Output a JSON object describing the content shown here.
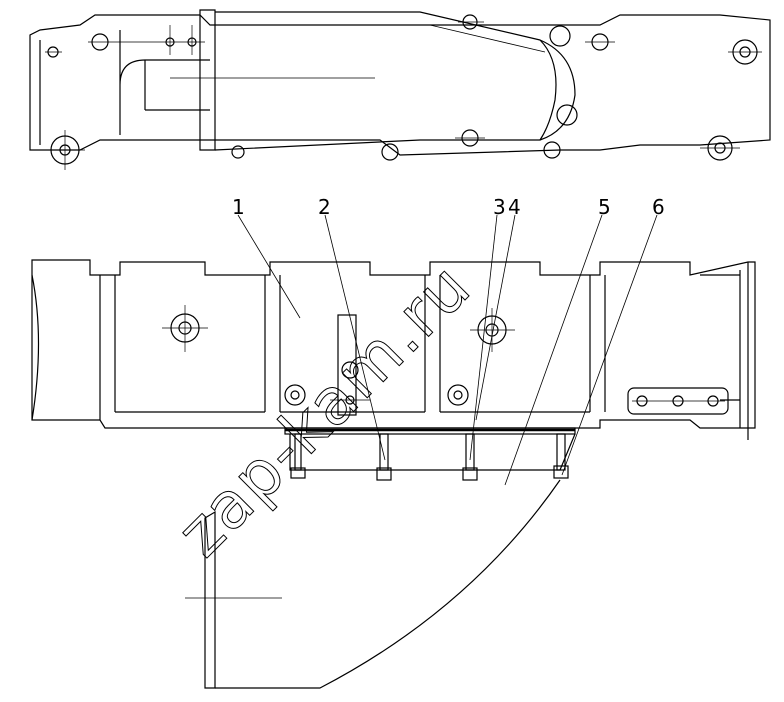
{
  "callouts": [
    {
      "id": "1",
      "label": "1"
    },
    {
      "id": "2",
      "label": "2"
    },
    {
      "id": "3",
      "label": "3"
    },
    {
      "id": "4",
      "label": "4"
    },
    {
      "id": "5",
      "label": "5"
    },
    {
      "id": "6",
      "label": "6"
    }
  ],
  "watermark": "zap-kam.ru"
}
